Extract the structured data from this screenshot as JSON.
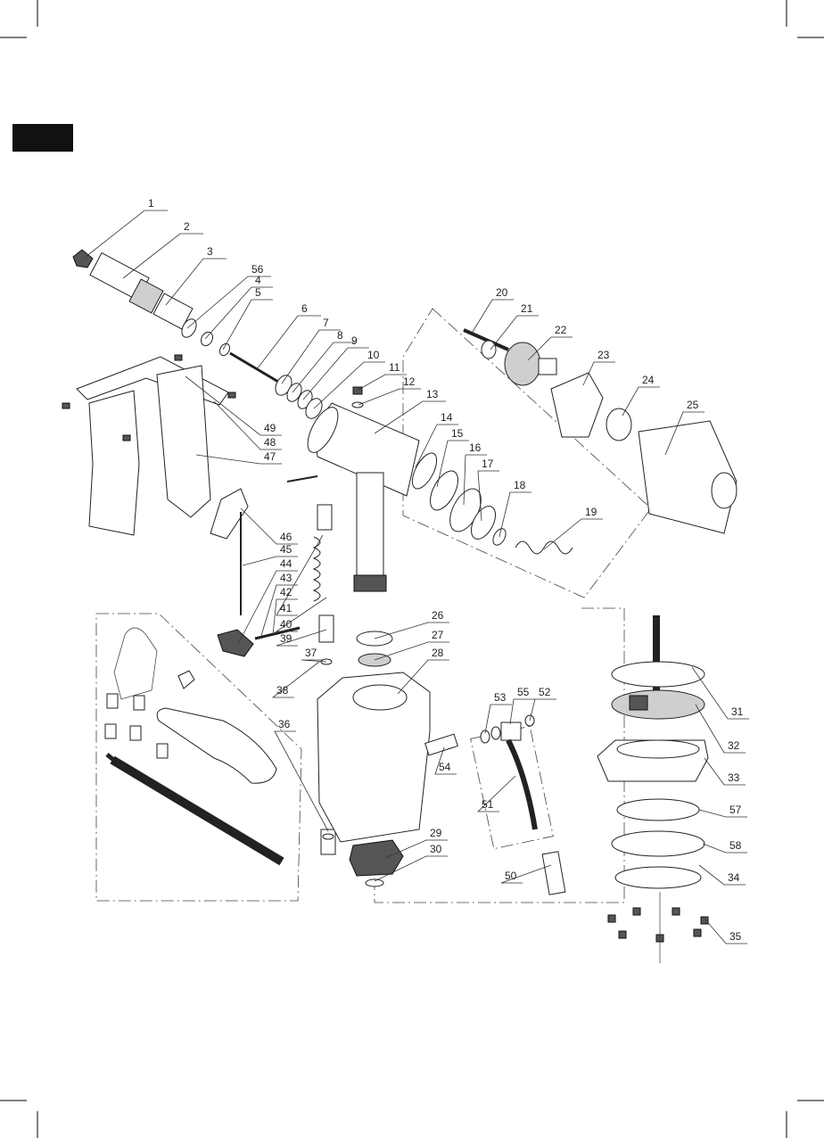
{
  "diagram": {
    "callouts": [
      {
        "id": "c1",
        "label": "1"
      },
      {
        "id": "c2",
        "label": "2"
      },
      {
        "id": "c3",
        "label": "3"
      },
      {
        "id": "c56",
        "label": "56"
      },
      {
        "id": "c4",
        "label": "4"
      },
      {
        "id": "c5",
        "label": "5"
      },
      {
        "id": "c6",
        "label": "6"
      },
      {
        "id": "c7",
        "label": "7"
      },
      {
        "id": "c8",
        "label": "8"
      },
      {
        "id": "c9",
        "label": "9"
      },
      {
        "id": "c10",
        "label": "10"
      },
      {
        "id": "c11",
        "label": "11"
      },
      {
        "id": "c12",
        "label": "12"
      },
      {
        "id": "c13",
        "label": "13"
      },
      {
        "id": "c14",
        "label": "14"
      },
      {
        "id": "c15",
        "label": "15"
      },
      {
        "id": "c16",
        "label": "16"
      },
      {
        "id": "c17",
        "label": "17"
      },
      {
        "id": "c18",
        "label": "18"
      },
      {
        "id": "c19",
        "label": "19"
      },
      {
        "id": "c20",
        "label": "20"
      },
      {
        "id": "c21",
        "label": "21"
      },
      {
        "id": "c22",
        "label": "22"
      },
      {
        "id": "c23",
        "label": "23"
      },
      {
        "id": "c24",
        "label": "24"
      },
      {
        "id": "c25",
        "label": "25"
      },
      {
        "id": "c26",
        "label": "26"
      },
      {
        "id": "c27",
        "label": "27"
      },
      {
        "id": "c28",
        "label": "28"
      },
      {
        "id": "c29",
        "label": "29"
      },
      {
        "id": "c30",
        "label": "30"
      },
      {
        "id": "c31",
        "label": "31"
      },
      {
        "id": "c32",
        "label": "32"
      },
      {
        "id": "c33",
        "label": "33"
      },
      {
        "id": "c34",
        "label": "34"
      },
      {
        "id": "c35",
        "label": "35"
      },
      {
        "id": "c36",
        "label": "36"
      },
      {
        "id": "c37",
        "label": "37"
      },
      {
        "id": "c38",
        "label": "38"
      },
      {
        "id": "c39",
        "label": "39"
      },
      {
        "id": "c40",
        "label": "40"
      },
      {
        "id": "c41",
        "label": "41"
      },
      {
        "id": "c42",
        "label": "42"
      },
      {
        "id": "c43",
        "label": "43"
      },
      {
        "id": "c44",
        "label": "44"
      },
      {
        "id": "c45",
        "label": "45"
      },
      {
        "id": "c46",
        "label": "46"
      },
      {
        "id": "c47",
        "label": "47"
      },
      {
        "id": "c48",
        "label": "48"
      },
      {
        "id": "c49",
        "label": "49"
      },
      {
        "id": "c50",
        "label": "50"
      },
      {
        "id": "c51",
        "label": "51"
      },
      {
        "id": "c52",
        "label": "52"
      },
      {
        "id": "c53",
        "label": "53"
      },
      {
        "id": "c54",
        "label": "54"
      },
      {
        "id": "c55",
        "label": "55"
      },
      {
        "id": "c57",
        "label": "57"
      },
      {
        "id": "c58",
        "label": "58"
      }
    ]
  }
}
